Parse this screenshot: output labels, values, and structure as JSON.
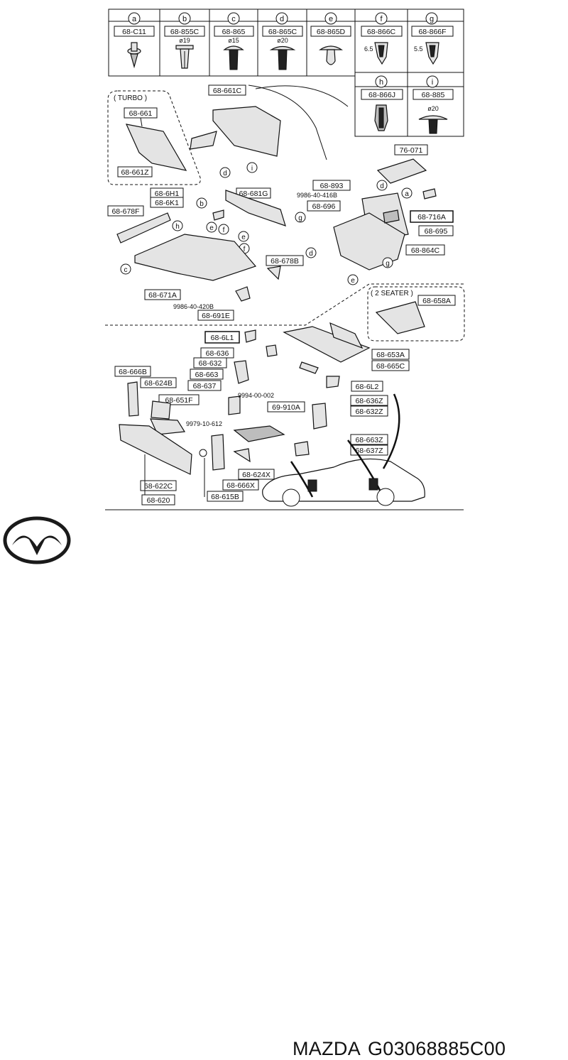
{
  "fasteners_top": [
    {
      "letter": "a",
      "part": "68-C11",
      "dim": ""
    },
    {
      "letter": "b",
      "part": "68-855C",
      "dim": "ø19"
    },
    {
      "letter": "c",
      "part": "68-865",
      "dim": "ø15"
    },
    {
      "letter": "d",
      "part": "68-865C",
      "dim": "ø20"
    },
    {
      "letter": "e",
      "part": "68-865D",
      "dim": ""
    },
    {
      "letter": "f",
      "part": "68-866C",
      "dim": "6.5"
    },
    {
      "letter": "g",
      "part": "68-866F",
      "dim": "5.5"
    }
  ],
  "fasteners_bottom": [
    {
      "letter": "h",
      "part": "68-866J",
      "dim": ""
    },
    {
      "letter": "i",
      "part": "68-885",
      "dim": "ø20"
    }
  ],
  "group_labels": {
    "turbo": "( TURBO )",
    "two_seater": "( 2 SEATER )"
  },
  "part_labels": {
    "p_68_661C": "68-661C",
    "p_68_661": "68-661",
    "p_68_661Z": "68-661Z",
    "p_76_071": "76-071",
    "p_68_893": "68-893",
    "p_9986_40_416B": "9986-40-416B",
    "p_68_696": "68-696",
    "p_68_716A": "68-716A",
    "p_68_695": "68-695",
    "p_68_864C": "68-864C",
    "p_68_6H1": "68-6H1",
    "p_68_6K1": "68-6K1",
    "p_68_681G": "68-681G",
    "p_68_678F": "68-678F",
    "p_68_678B": "68-678B",
    "p_68_671A": "68-671A",
    "p_9986_40_420B": "9986-40-420B",
    "p_68_691E": "68-691E",
    "p_68_658A": "68-658A",
    "p_68_6L1": "68-6L1",
    "p_68_636": "68-636",
    "p_68_632": "68-632",
    "p_68_663": "68-663",
    "p_68_637": "68-637",
    "p_68_653A": "68-653A",
    "p_68_665C": "68-665C",
    "p_68_666B": "68-666B",
    "p_68_624B": "68-624B",
    "p_68_651F": "68-651F",
    "p_68_6L2": "68-6L2",
    "p_9994_00_002": "9994-00-002",
    "p_69_910A": "69-910A",
    "p_68_636Z": "68-636Z",
    "p_68_632Z": "68-632Z",
    "p_9979_10_612": "9979-10-612",
    "p_68_663Z": "68-663Z",
    "p_68_637Z": "68-637Z",
    "p_68_624X": "68-624X",
    "p_68_666X": "68-666X",
    "p_68_622C": "68-622C",
    "p_68_615B": "68-615B",
    "p_68_620": "68-620"
  },
  "callouts": {
    "c1": "i",
    "c2": "d",
    "c3": "b",
    "c4": "e",
    "c5": "f",
    "c6": "h",
    "c7": "e",
    "c8": "f",
    "c9": "c",
    "c10": "d",
    "c11": "a",
    "c12": "g",
    "c13": "d",
    "c14": "g",
    "c15": "e"
  },
  "brand": {
    "name": "MAZDA",
    "part_number": "G03068885C00",
    "logo_icon": "mazda-logo-icon"
  }
}
